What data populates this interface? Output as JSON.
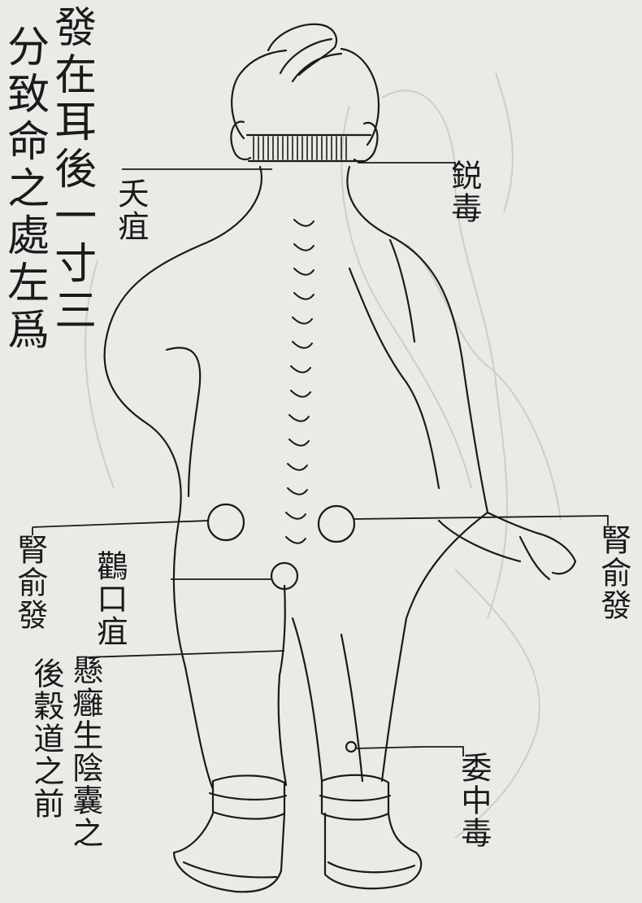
{
  "page": {
    "header_columns": [
      "發在耳後一寸三",
      "分致命之處左爲"
    ]
  },
  "labels": {
    "tian_ju": "夭疽",
    "rui_du": "鋭毒",
    "shen_shu_fa_left": "腎俞發",
    "shen_shu_fa_right": "腎俞發",
    "he_kou_ju": "鸛口疽",
    "xuan_yong": "懸癰生陰囊之",
    "xuan_yong_note": "後穀道之前",
    "wei_zhong_du": "委中毒"
  },
  "colors": {
    "paper": "#ebeae5",
    "ink": "#1a1a1a",
    "faint_ink": "#c9c8c2"
  }
}
